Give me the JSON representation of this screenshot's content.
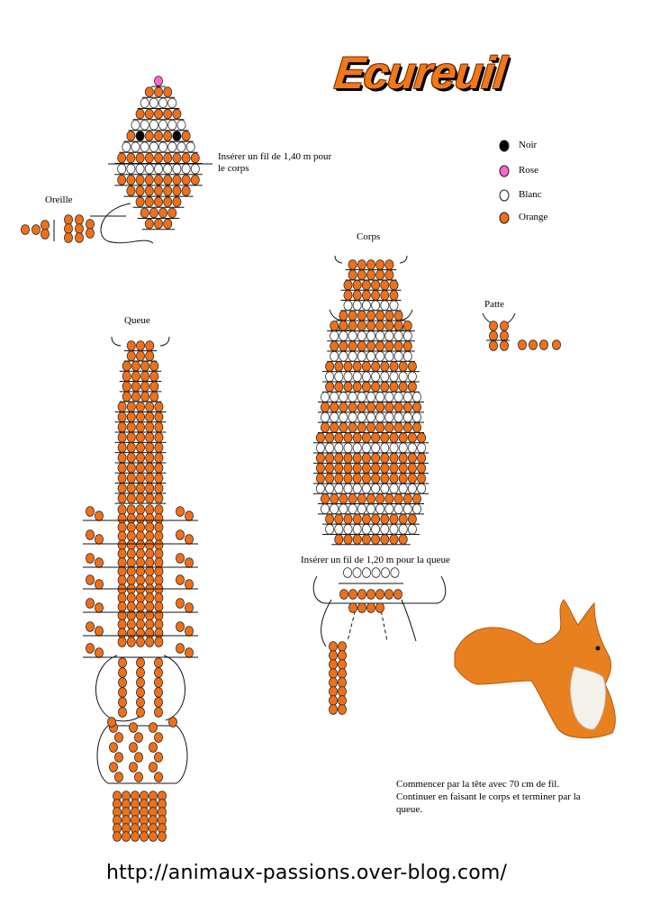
{
  "title": "Ecureuil",
  "colors": {
    "orange": "#f07018",
    "white": "#ffffff",
    "black": "#000000",
    "pink": "#ff66cc",
    "outline": "#2a2a2a"
  },
  "legend": [
    {
      "key": "noir",
      "label": "Noir",
      "color": "#000000"
    },
    {
      "key": "rose",
      "label": "Rose",
      "color": "#ff66cc"
    },
    {
      "key": "blanc",
      "label": "Blanc",
      "color": "#ffffff"
    },
    {
      "key": "orange",
      "label": "Orange",
      "color": "#f07018"
    }
  ],
  "labels": {
    "insert_body_wire": "Insérer un fil de 1,40 m pour le corps",
    "ear": "Oreille",
    "body": "Corps",
    "paw": "Patte",
    "paw_left": "Patte",
    "paw_right": "Patte",
    "tail": "Queue",
    "insert_tail_wire": "Insérer un fil de 1,20 m pour la queue"
  },
  "instructions": "Commencer par la tête avec 70 cm de fil. Continuer en faisant le corps et terminer par la queue.",
  "url": "http://animaux-passions.over-blog.com/",
  "photo_description": "squirrel-photo",
  "patterns": {
    "head": [
      [
        "P"
      ],
      [
        "O",
        "O",
        "O"
      ],
      [
        "W",
        "W",
        "W",
        "W"
      ],
      [
        "O",
        "O",
        "O",
        "O",
        "O"
      ],
      [
        "W",
        "W",
        "W",
        "W",
        "W",
        "W"
      ],
      [
        "O",
        "K",
        "O",
        "O",
        "O",
        "K",
        "O"
      ],
      [
        "W",
        "W",
        "W",
        "W",
        "W",
        "W",
        "W",
        "W"
      ],
      [
        "O",
        "O",
        "O",
        "O",
        "O",
        "O",
        "O",
        "O",
        "O"
      ],
      [
        "W",
        "W",
        "W",
        "W",
        "W",
        "W",
        "W",
        "W",
        "W"
      ],
      [
        "O",
        "O",
        "O",
        "O",
        "O",
        "O",
        "O",
        "O",
        "O"
      ],
      [
        "O",
        "O",
        "O",
        "O",
        "O",
        "O",
        "O"
      ],
      [
        "O",
        "O",
        "O",
        "O",
        "O"
      ],
      [
        "O",
        "O",
        "O",
        "O"
      ],
      [
        "O",
        "O",
        "O"
      ]
    ],
    "body": [
      [
        "O",
        "O",
        "O",
        "O",
        "O"
      ],
      [
        "O",
        "O",
        "O",
        "O",
        "O"
      ],
      [
        "O",
        "O",
        "O",
        "O",
        "O",
        "O"
      ],
      [
        "O",
        "O",
        "O",
        "O",
        "O",
        "O"
      ],
      [
        "W",
        "W",
        "W",
        "W",
        "W",
        "W"
      ],
      [
        "O",
        "O",
        "O",
        "O",
        "O",
        "O",
        "O"
      ],
      [
        "O",
        "O",
        "O",
        "O",
        "O",
        "O",
        "O",
        "O",
        "O"
      ],
      [
        "W",
        "W",
        "W",
        "W",
        "W",
        "W",
        "W",
        "W",
        "W"
      ],
      [
        "O",
        "O",
        "O",
        "O",
        "O",
        "O",
        "O",
        "O",
        "O"
      ],
      [
        "W",
        "W",
        "W",
        "W",
        "W",
        "W",
        "W",
        "W",
        "W"
      ],
      [
        "O",
        "O",
        "O",
        "O",
        "O",
        "O",
        "O",
        "O",
        "O",
        "O"
      ],
      [
        "W",
        "W",
        "W",
        "W",
        "W",
        "W",
        "W",
        "W",
        "W",
        "W"
      ],
      [
        "O",
        "O",
        "O",
        "O",
        "O",
        "O",
        "O",
        "O",
        "O",
        "O"
      ],
      [
        "W",
        "W",
        "W",
        "W",
        "W",
        "W",
        "W",
        "W",
        "W",
        "W",
        "W"
      ],
      [
        "O",
        "O",
        "O",
        "O",
        "O",
        "O",
        "O",
        "O",
        "O",
        "O",
        "O"
      ],
      [
        "W",
        "W",
        "W",
        "W",
        "W",
        "W",
        "W",
        "W",
        "W",
        "W",
        "W"
      ],
      [
        "O",
        "O",
        "O",
        "O",
        "O",
        "O",
        "O",
        "O",
        "O",
        "O",
        "O"
      ],
      [
        "O",
        "O",
        "O",
        "O",
        "O",
        "O",
        "O",
        "O",
        "O",
        "O",
        "O",
        "O"
      ],
      [
        "W",
        "W",
        "W",
        "W",
        "W",
        "W",
        "W",
        "W",
        "W",
        "W",
        "W",
        "W"
      ],
      [
        "O",
        "O",
        "O",
        "O",
        "O",
        "O",
        "O",
        "O",
        "O",
        "O",
        "O",
        "O"
      ],
      [
        "O",
        "O",
        "O",
        "O",
        "O",
        "O",
        "O",
        "O",
        "O",
        "O",
        "O",
        "O"
      ],
      [
        "O",
        "O",
        "O",
        "O",
        "O",
        "O",
        "O",
        "O",
        "O",
        "O",
        "O",
        "O"
      ],
      [
        "W",
        "W",
        "W",
        "W",
        "W",
        "W",
        "W",
        "W",
        "W",
        "W",
        "W",
        "W"
      ],
      [
        "O",
        "O",
        "O",
        "O",
        "O",
        "O",
        "O",
        "O",
        "O",
        "O",
        "O"
      ],
      [
        "W",
        "W",
        "W",
        "W",
        "W",
        "W",
        "W",
        "W",
        "W",
        "W",
        "W"
      ],
      [
        "O",
        "O",
        "O",
        "O",
        "O",
        "O",
        "O",
        "O",
        "O",
        "O"
      ],
      [
        "W",
        "W",
        "W",
        "W",
        "W",
        "W",
        "W",
        "W",
        "W",
        "W"
      ],
      [
        "O",
        "O",
        "O",
        "O",
        "O",
        "O",
        "O",
        "O"
      ]
    ],
    "tail_top": [
      [
        "O",
        "O",
        "O"
      ],
      [
        "O",
        "O",
        "O"
      ],
      [
        "O",
        "O",
        "O",
        "O"
      ],
      [
        "O",
        "O",
        "O",
        "O"
      ],
      [
        "O",
        "O",
        "O",
        "O"
      ],
      [
        "O",
        "O",
        "O",
        "O"
      ],
      [
        "O",
        "O",
        "O",
        "O",
        "O"
      ],
      [
        "O",
        "O",
        "O",
        "O",
        "O"
      ],
      [
        "O",
        "O",
        "O",
        "O",
        "O"
      ],
      [
        "O",
        "O",
        "O",
        "O",
        "O"
      ],
      [
        "O",
        "O",
        "O",
        "O",
        "O"
      ],
      [
        "O",
        "O",
        "O",
        "O",
        "O"
      ],
      [
        "O",
        "O",
        "O",
        "O",
        "O"
      ],
      [
        "O",
        "O",
        "O",
        "O",
        "O"
      ],
      [
        "O",
        "O",
        "O",
        "O",
        "O"
      ],
      [
        "O",
        "O",
        "O",
        "O",
        "O"
      ]
    ],
    "tail_mid": [
      [
        "O",
        "O",
        "O",
        "O",
        "O"
      ],
      [
        "O",
        "O",
        "O",
        "O",
        "O"
      ],
      [
        "O",
        "O",
        "O",
        "O",
        "O"
      ],
      [
        "O",
        "O",
        "O",
        "O",
        "O"
      ],
      [
        "O",
        "O",
        "O",
        "O",
        "O"
      ],
      [
        "O",
        "O",
        "O",
        "O",
        "O"
      ],
      [
        "O",
        "O",
        "O",
        "O",
        "O"
      ],
      [
        "O",
        "O",
        "O",
        "O",
        "O"
      ],
      [
        "O",
        "O",
        "O",
        "O",
        "O"
      ],
      [
        "O",
        "O",
        "O",
        "O",
        "O"
      ],
      [
        "O",
        "O",
        "O",
        "O",
        "O"
      ],
      [
        "O",
        "O",
        "O",
        "O",
        "O"
      ],
      [
        "O",
        "O",
        "O",
        "O",
        "O"
      ],
      [
        "O",
        "O",
        "O",
        "O",
        "O"
      ],
      [
        "O",
        "O",
        "O",
        "O",
        "O"
      ],
      [
        "O",
        "O",
        "O",
        "O",
        "O"
      ]
    ]
  }
}
